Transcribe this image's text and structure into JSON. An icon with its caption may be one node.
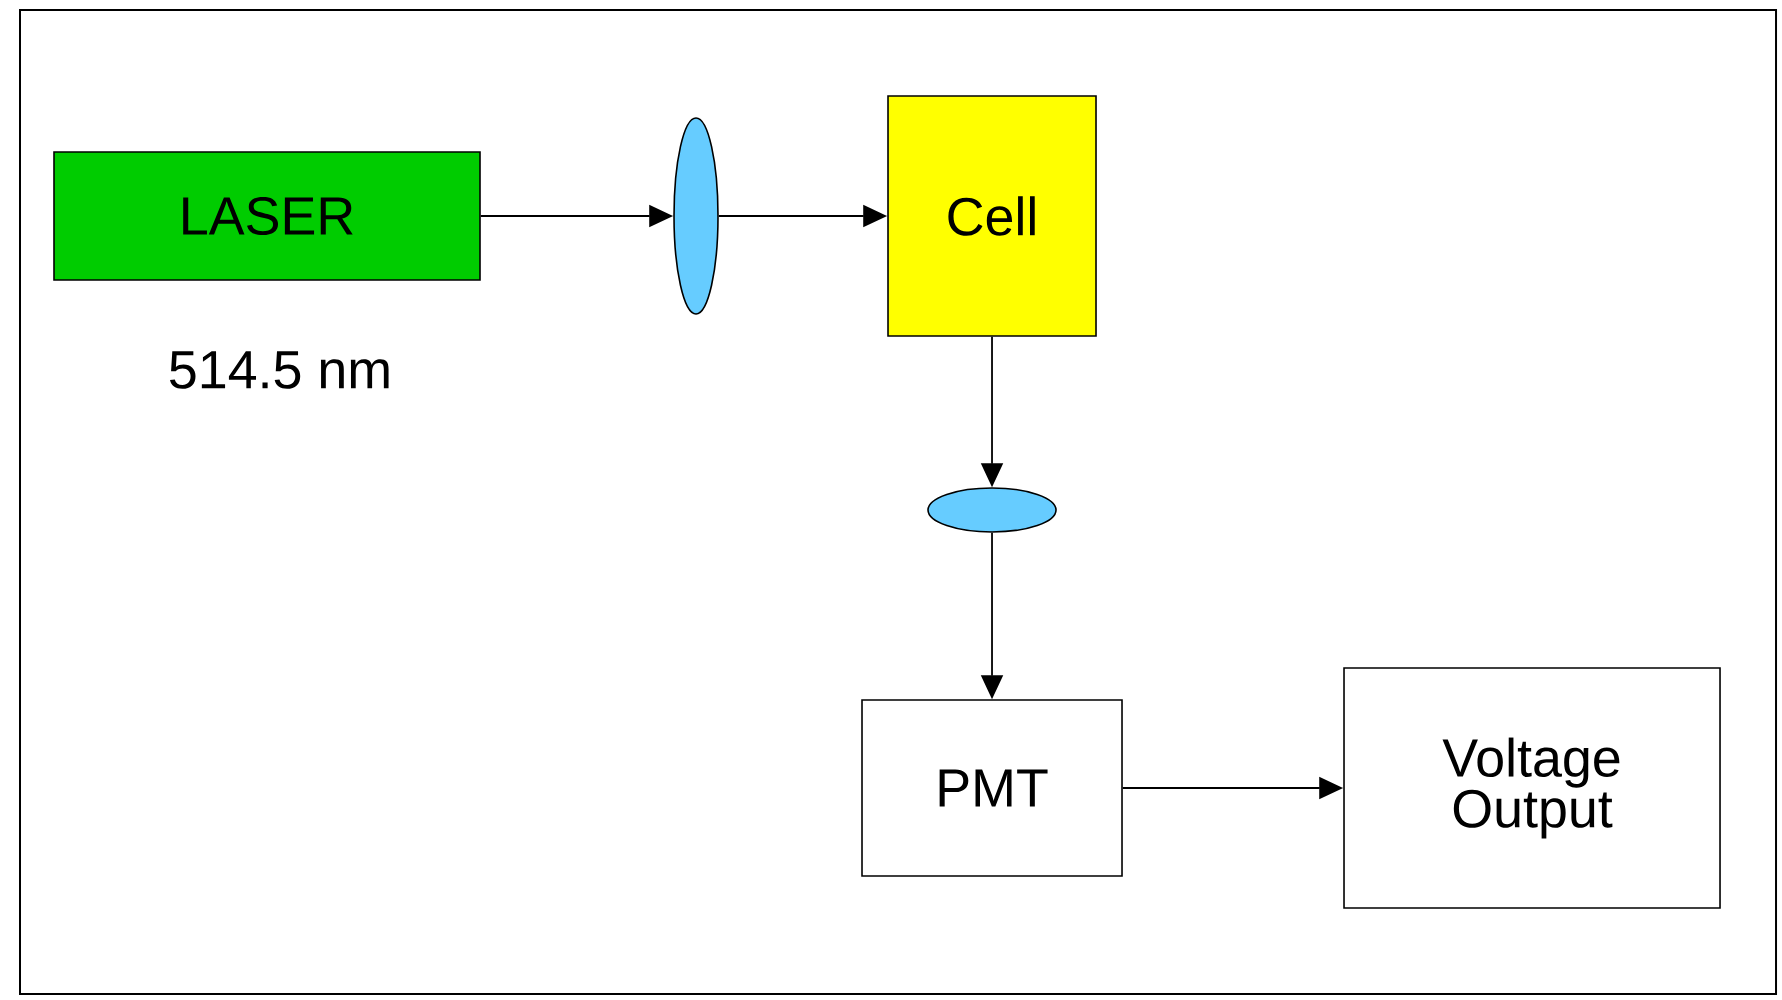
{
  "diagram": {
    "nodes": [
      {
        "text": [
          "LASER"
        ],
        "beside": [
          "514.5 nm"
        ]
      },
      {
        "text": [],
        "shape": "ellipse"
      },
      {
        "text": [
          "Cell"
        ]
      },
      {
        "text": [],
        "shape": "ellipse"
      },
      {
        "text": [
          "PMT"
        ]
      },
      {
        "text": [
          "Voltage Output"
        ]
      }
    ],
    "edges": [
      {
        "from": 0,
        "to": 1,
        "arrow": "to"
      },
      {
        "from": 1,
        "to": 2,
        "arrow": "to"
      },
      {
        "from": 2,
        "to": 3,
        "arrow": "to"
      },
      {
        "from": 3,
        "to": 4,
        "arrow": "to"
      },
      {
        "from": 4,
        "to": 5,
        "arrow": "to"
      }
    ]
  }
}
